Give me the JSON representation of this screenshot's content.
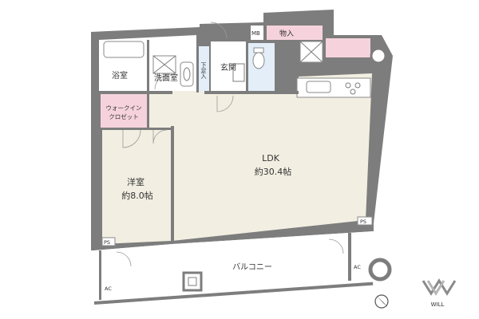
{
  "rooms": {
    "bath": "浴室",
    "washroom": "洗面室",
    "entrance": "玄関",
    "shoe_box": "下足入",
    "storage": "物入",
    "meter_box": "MB",
    "walk_in_closet_line1": "ウォークイン",
    "walk_in_closet_line2": "クロゼット",
    "ldk_name": "LDK",
    "ldk_size": "約30.4帖",
    "western_room_name": "洋室",
    "western_room_size": "約8.0帖",
    "balcony": "バルコニー",
    "pipe_space": "PS",
    "air_conditioner": "AC"
  },
  "logo": {
    "text": "WILL"
  },
  "colors": {
    "wall": "#7d7d7d",
    "floor": "#f2efe2",
    "accent_pink": "#f6d3dc",
    "wet_area": "#e3eef9"
  }
}
